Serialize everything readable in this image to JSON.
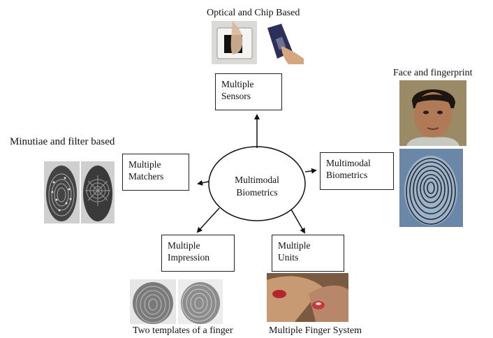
{
  "center": {
    "line1": "Multimodal",
    "line2": "Biometrics"
  },
  "boxes": {
    "sensors": {
      "line1": "Multiple",
      "line2": "Sensors"
    },
    "matchers": {
      "line1": "Multiple",
      "line2": "Matchers"
    },
    "modalities": {
      "line1": "Multimodal",
      "line2": "Biometrics"
    },
    "impression": {
      "line1": "Multiple",
      "line2": "Impression"
    },
    "units": {
      "line1": "Multiple",
      "line2": "Units"
    }
  },
  "captions": {
    "sensors": "Optical and Chip Based",
    "matchers": "Minutiae and filter based",
    "modalities": "Face and fingerprint",
    "impression": "Two templates of a finger",
    "units": "Multiple Finger System"
  }
}
